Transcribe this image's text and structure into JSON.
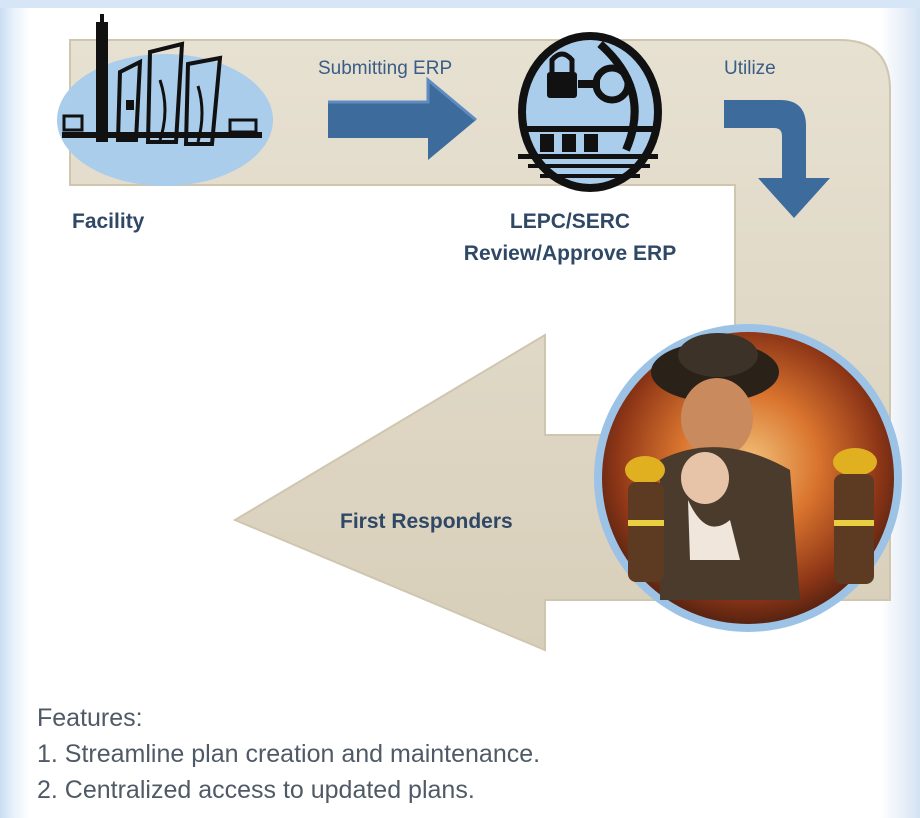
{
  "labels": {
    "submitting": "Submitting ERP",
    "utilize": "Utilize",
    "facility": "Facility",
    "lepc_line1": "LEPC/SERC",
    "lepc_line2": "Review/Approve ERP",
    "first_responders": "First Responders"
  },
  "features": {
    "heading": "Features:",
    "items": [
      "1. Streamline plan creation and maintenance.",
      "2. Centralized access to updated plans."
    ]
  },
  "colors": {
    "path": "#e2dbc9",
    "arrow_blue": "#3d6b9c",
    "text_blue": "#2f4866",
    "icon_fill": "#a9cdea"
  },
  "icons": [
    "factory-icon",
    "lock-key-icon",
    "firefighter-photo"
  ]
}
